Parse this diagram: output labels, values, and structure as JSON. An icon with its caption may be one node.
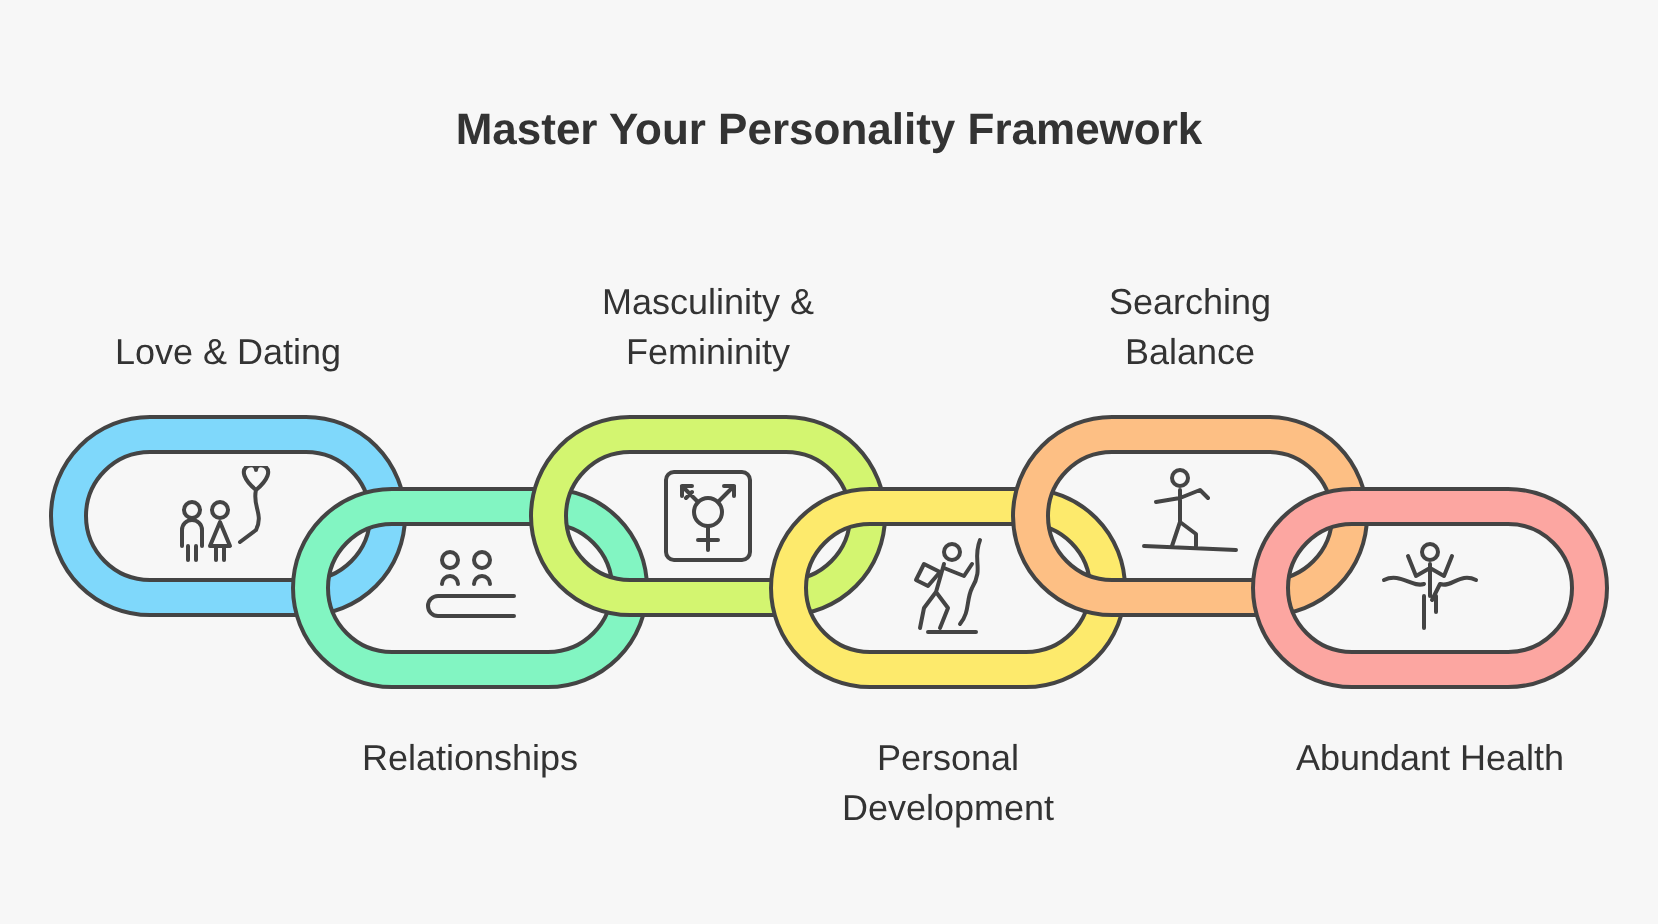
{
  "diagram": {
    "title": "Master Your Personality Framework",
    "nodes": [
      {
        "text": [
          "Love & Dating"
        ]
      },
      {
        "text": [
          "Relationships"
        ]
      },
      {
        "text": [
          "Masculinity & Femininity"
        ]
      },
      {
        "text": [
          "Personal Development"
        ]
      },
      {
        "text": [
          "Searching Balance"
        ]
      },
      {
        "text": [
          "Abundant Health"
        ]
      }
    ]
  }
}
